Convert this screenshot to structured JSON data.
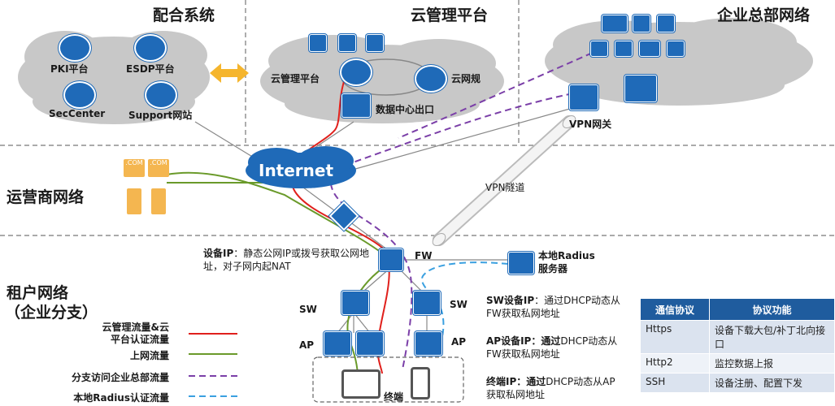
{
  "sections": {
    "left_title": "配合系统",
    "mid_title": "云管理平台",
    "right_title": "企业总部网络",
    "operator": "运营商网络",
    "tenant_line1": "租户网络",
    "tenant_line2": "（企业分支）"
  },
  "nodes": {
    "pki": "PKI平台",
    "esdp": "ESDP平台",
    "seccenter": "SecCenter",
    "support": "Support网站",
    "cloud_platform": "云管理平台",
    "cloud_netops": "云网规",
    "dc_exit": "数据中心出口",
    "vpn_gateway": "VPN网关",
    "internet": "Internet",
    "vpn_tunnel": "VPN隧道",
    "fw": "FW",
    "radius_line1": "本地Radius",
    "radius_line2": "服务器",
    "sw": "SW",
    "ap": "AP",
    "terminal": "终端",
    "com": ".COM"
  },
  "notes": {
    "device_ip_bold": "设备IP",
    "device_ip_text": "：静态公网IP或拨号获取公网地址，对子网内起NAT",
    "sw_ip_bold": "SW设备IP",
    "sw_ip_text": "：通过DHCP动态从FW获取私网地址",
    "ap_ip_bold": "AP设备IP：通过",
    "ap_ip_text": "DHCP动态从FW获取私网地址",
    "term_ip_bold": "终端IP：通过",
    "term_ip_text": "DHCP动态从AP获取私网地址"
  },
  "legend": {
    "items": [
      {
        "label_line1": "云管理流量&云",
        "label_line2": "平台认证流量",
        "color": "#e0201c",
        "style": "solid"
      },
      {
        "label_line1": "上网流量",
        "label_line2": "",
        "color": "#6a9a2a",
        "style": "solid"
      },
      {
        "label_line1": "分支访问企业总部流量",
        "label_line2": "",
        "color": "#7b3fa8",
        "style": "dashed"
      },
      {
        "label_line1": "本地Radius认证流量",
        "label_line2": "",
        "color": "#3aa0e0",
        "style": "dashed"
      }
    ]
  },
  "protocol_table": {
    "headers": [
      "通信协议",
      "协议功能"
    ],
    "rows": [
      [
        "Https",
        "设备下载大包/补丁北向接口"
      ],
      [
        "Http2",
        "监控数据上报"
      ],
      [
        "SSH",
        "设备注册、配置下发"
      ]
    ]
  },
  "colors": {
    "accent_blue": "#1f6ab8",
    "cloud_gray": "#c9c9c9",
    "server_orange": "#f4b650",
    "table_header": "#1f5c9e"
  }
}
